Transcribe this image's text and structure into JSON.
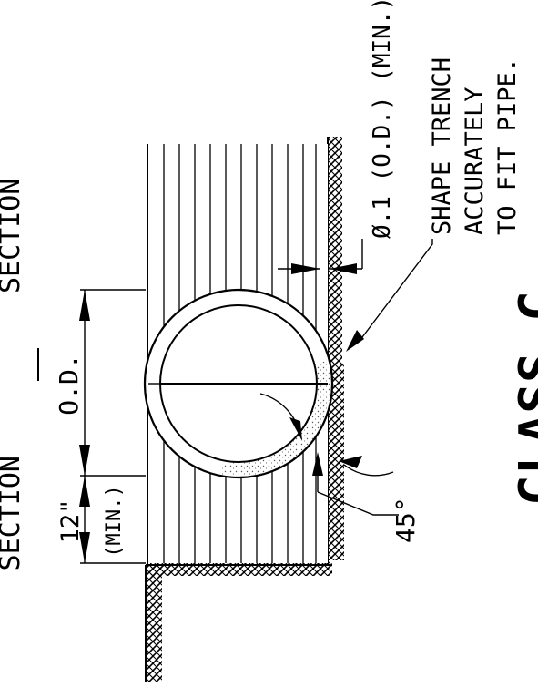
{
  "labels": {
    "section_left": "SECTION",
    "section_right": "SECTION",
    "dim_od": "O.D.",
    "dim_12": "12\"",
    "dim_min": "(MIN.)",
    "angle": "45°",
    "clearance": "Ø.1 (O.D.) (MIN.)",
    "note_line1": "SHAPE TRENCH",
    "note_line2": "ACCURATELY",
    "note_line3": "TO FIT PIPE.",
    "class_title": "CLASS C"
  }
}
